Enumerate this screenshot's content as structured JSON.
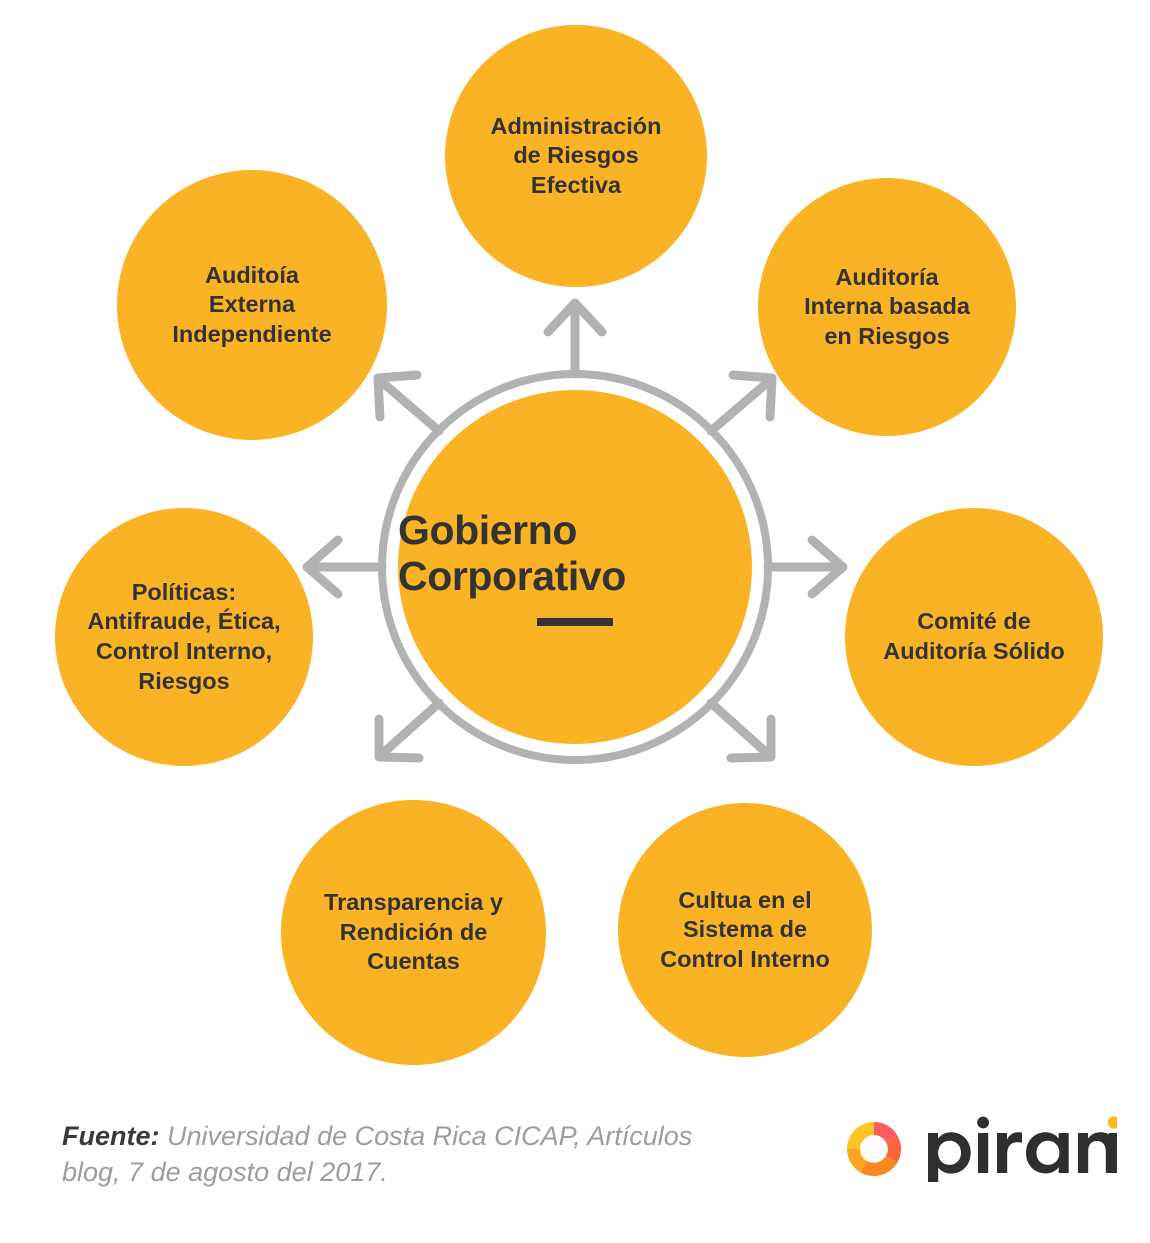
{
  "diagram": {
    "type": "hub-and-spoke",
    "center": {
      "title_line1": "Gobierno",
      "title_line2": "Corporativo",
      "title": "Gobierno Corporativo"
    },
    "nodes": [
      {
        "id": "top",
        "position": "top",
        "label": "Administración\nde Riesgos\nEfectiva"
      },
      {
        "id": "top-right",
        "position": "top-right",
        "label": "Auditoría\nInterna basada\nen Riesgos"
      },
      {
        "id": "right",
        "position": "right",
        "label": "Comité de\nAuditoría Sólido"
      },
      {
        "id": "bot-right",
        "position": "bottom-right",
        "label": "Cultua en el\nSistema de\nControl Interno"
      },
      {
        "id": "bot-left",
        "position": "bottom-left",
        "label": "Transparencia y\nRendición de\nCuentas"
      },
      {
        "id": "left",
        "position": "left",
        "label": "Políticas:\nAntifraude, Ética,\nControl Interno,\nRiesgos"
      },
      {
        "id": "top-left",
        "position": "top-left",
        "label": "Auditoía\nExterna\nIndependiente"
      }
    ],
    "colors": {
      "node_fill": "#F9B324",
      "text": "#333333",
      "arrow": "#B2B2B2",
      "ring": "#B2B2B2",
      "background": "#FFFFFF"
    },
    "arrow_count": 7
  },
  "footer": {
    "source_prefix": "Fuente:",
    "source_text": " Universidad de Costa Rica CICAP, Artículos blog, 7 de agosto del 2017.",
    "logo": {
      "wordmark": "pirani",
      "mark_colors": [
        "#FFC425",
        "#F7931E",
        "#F15A3C",
        "#FF5A5F"
      ]
    }
  }
}
